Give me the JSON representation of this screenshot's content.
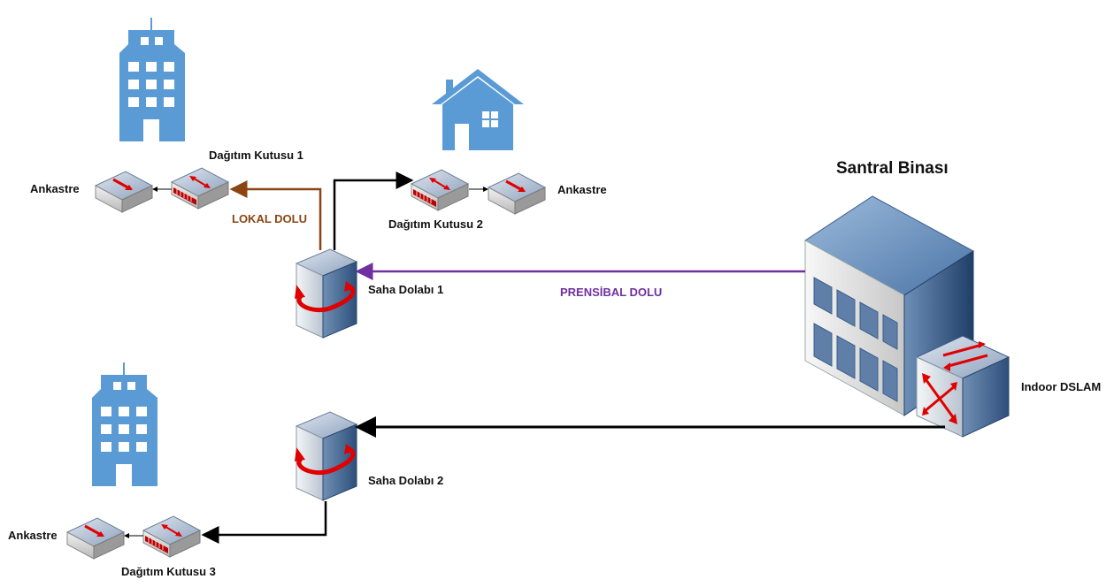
{
  "title": "Santral Binası",
  "labels": {
    "dk1": "Dağıtım Kutusu 1",
    "dk2": "Dağıtım Kutusu 2",
    "dk3": "Dağıtım Kutusu 3",
    "ankastre1": "Ankastre",
    "ankastre2": "Ankastre",
    "ankastre3": "Ankastre",
    "saha1": "Saha Dolabı 1",
    "saha2": "Saha Dolabı 2",
    "dslam": "Indoor DSLAM"
  },
  "connections": {
    "lokal": "LOKAL DOLU",
    "prensibal": "PRENSİBAL DOLU"
  },
  "colors": {
    "lokal": "#8B4513",
    "prensibal": "#7030A0",
    "line": "#000000",
    "building_blue": "#5B9BD5"
  }
}
